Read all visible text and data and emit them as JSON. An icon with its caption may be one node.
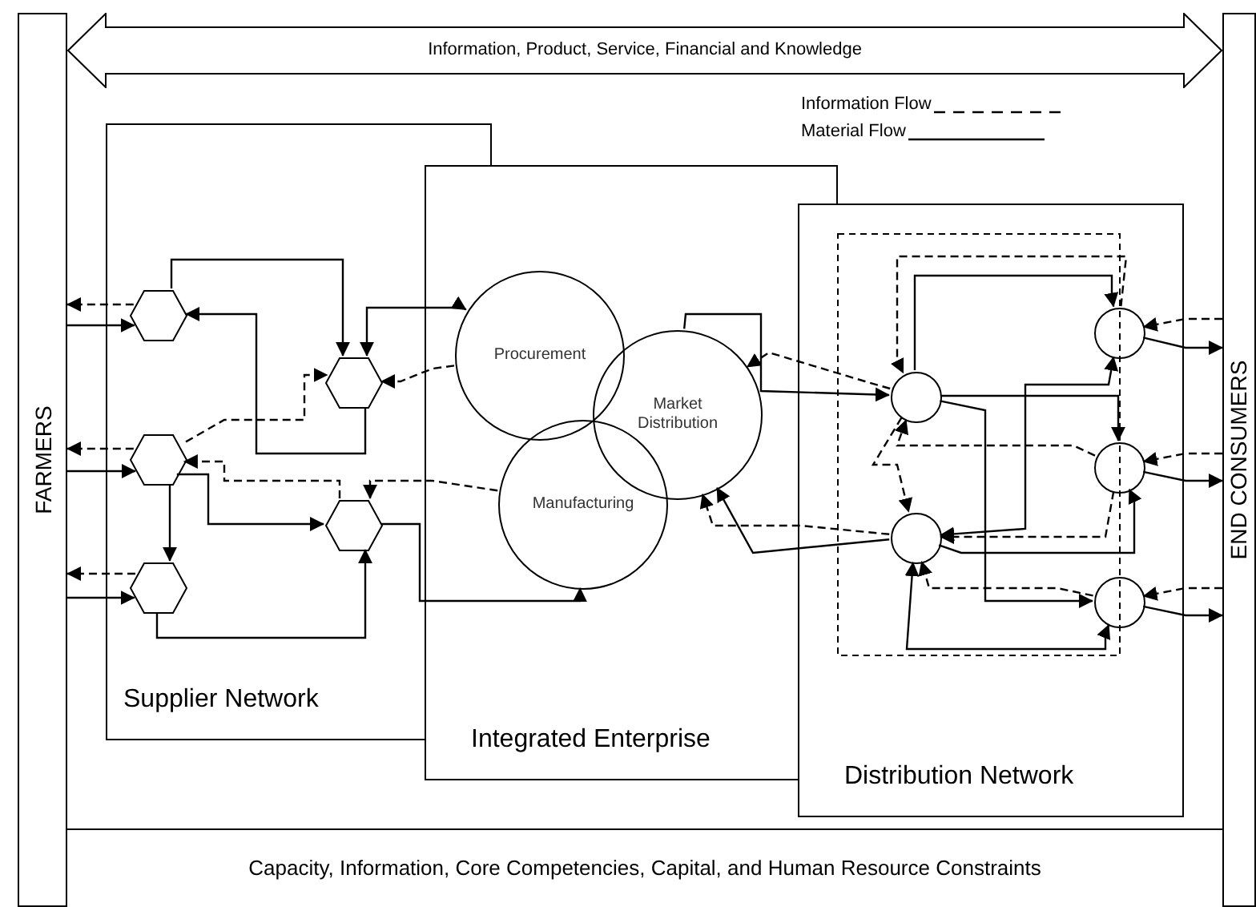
{
  "diagram": {
    "nodes": [
      {
        "text": [
          "FARMERS"
        ]
      },
      {
        "text": [
          "END CONSUMERS"
        ]
      },
      {
        "text": [
          "Information, Product, Service, Financial and Knowledge"
        ]
      },
      {
        "text": [
          "Supplier Network"
        ]
      },
      {
        "text": [
          "Integrated Enterprise"
        ]
      },
      {
        "text": [
          "Distribution Network"
        ]
      },
      {
        "text": [
          "Capacity, Information, Core Competencies, Capital, and Human Resource Constraints"
        ]
      },
      {
        "text": [
          "Procurement"
        ],
        "in": 4
      },
      {
        "text": [
          "Market Distribution"
        ],
        "in": 4
      },
      {
        "text": [
          "Manufacturing"
        ],
        "in": 4
      },
      {
        "text": [],
        "shape": "hexagon",
        "in": 3
      },
      {
        "text": [],
        "shape": "hexagon",
        "in": 3
      },
      {
        "text": [],
        "shape": "hexagon",
        "in": 3
      },
      {
        "text": [],
        "shape": "hexagon",
        "in": 3
      },
      {
        "text": [],
        "shape": "hexagon",
        "in": 3
      },
      {
        "text": [],
        "shape": "circle",
        "in": 5
      },
      {
        "text": [],
        "shape": "circle",
        "in": 5
      },
      {
        "text": [],
        "shape": "circle",
        "in": 5
      },
      {
        "text": [],
        "shape": "circle",
        "in": 5
      },
      {
        "text": [],
        "shape": "circle",
        "in": 5
      }
    ],
    "edges": [
      {
        "from": 10,
        "to": 0,
        "arrow": "to",
        "style": "dashed"
      },
      {
        "from": 0,
        "to": 10,
        "arrow": "to"
      },
      {
        "from": 11,
        "to": 0,
        "arrow": "to",
        "style": "dashed"
      },
      {
        "from": 0,
        "to": 11,
        "arrow": "to"
      },
      {
        "from": 12,
        "to": 0,
        "arrow": "to",
        "style": "dashed"
      },
      {
        "from": 0,
        "to": 12,
        "arrow": "to"
      },
      {
        "from": 1,
        "to": 16,
        "arrow": "to",
        "style": "dashed"
      },
      {
        "from": 16,
        "to": 1,
        "arrow": "to"
      },
      {
        "from": 1,
        "to": 17,
        "arrow": "to",
        "style": "dashed"
      },
      {
        "from": 17,
        "to": 1,
        "arrow": "to"
      },
      {
        "from": 1,
        "to": 19,
        "arrow": "to",
        "style": "dashed"
      },
      {
        "from": 19,
        "to": 1,
        "arrow": "to"
      },
      {
        "from": 13,
        "to": 7,
        "arrow": "both"
      },
      {
        "from": 7,
        "to": 13,
        "arrow": "to",
        "style": "dashed"
      },
      {
        "from": 10,
        "to": 13,
        "arrow": "to"
      },
      {
        "from": 13,
        "to": 10,
        "arrow": "to"
      },
      {
        "from": 11,
        "to": 13,
        "arrow": "to",
        "style": "dashed"
      },
      {
        "from": 14,
        "to": 11,
        "arrow": "to",
        "style": "dashed"
      },
      {
        "from": 11,
        "to": 14,
        "arrow": "to"
      },
      {
        "from": 9,
        "to": 14,
        "arrow": "to",
        "style": "dashed"
      },
      {
        "from": 14,
        "to": 9,
        "arrow": "to"
      },
      {
        "from": 12,
        "to": 14,
        "arrow": "to"
      },
      {
        "from": 11,
        "to": 12,
        "arrow": "to"
      },
      {
        "from": 8,
        "to": 15,
        "arrow": "to"
      },
      {
        "from": 15,
        "to": 8,
        "arrow": "to",
        "style": "dashed"
      },
      {
        "from": 18,
        "to": 8,
        "arrow": "to"
      },
      {
        "from": 18,
        "to": 8,
        "arrow": "to",
        "style": "dashed"
      },
      {
        "from": 15,
        "to": 16,
        "arrow": "to"
      },
      {
        "from": 16,
        "to": 15,
        "arrow": "to",
        "style": "dashed"
      },
      {
        "from": 15,
        "to": 17,
        "arrow": "to"
      },
      {
        "from": 15,
        "to": 19,
        "arrow": "to"
      },
      {
        "from": 18,
        "to": 16,
        "arrow": "both"
      },
      {
        "from": 18,
        "to": 17,
        "arrow": "to"
      },
      {
        "from": 18,
        "to": 19,
        "arrow": "both"
      },
      {
        "from": 17,
        "to": 15,
        "arrow": "to",
        "style": "dashed"
      },
      {
        "from": 17,
        "to": 18,
        "arrow": "to",
        "style": "dashed"
      },
      {
        "from": 19,
        "to": 18,
        "arrow": "to",
        "style": "dashed"
      },
      {
        "from": 15,
        "to": 18,
        "arrow": "to",
        "style": "dashed"
      }
    ],
    "legend": [
      {
        "text": "Information Flow"
      },
      {
        "text": "Material Flow"
      }
    ]
  }
}
